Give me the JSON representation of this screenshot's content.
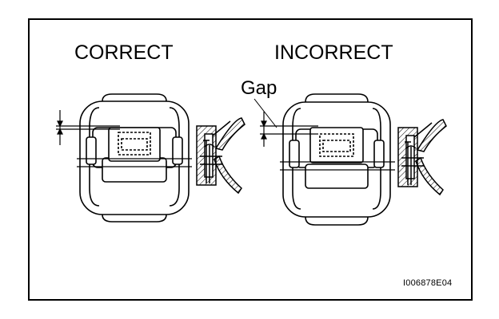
{
  "labels": {
    "correct": "CORRECT",
    "incorrect": "INCORRECT",
    "gap": "Gap",
    "figure_code": "I006878E04"
  }
}
